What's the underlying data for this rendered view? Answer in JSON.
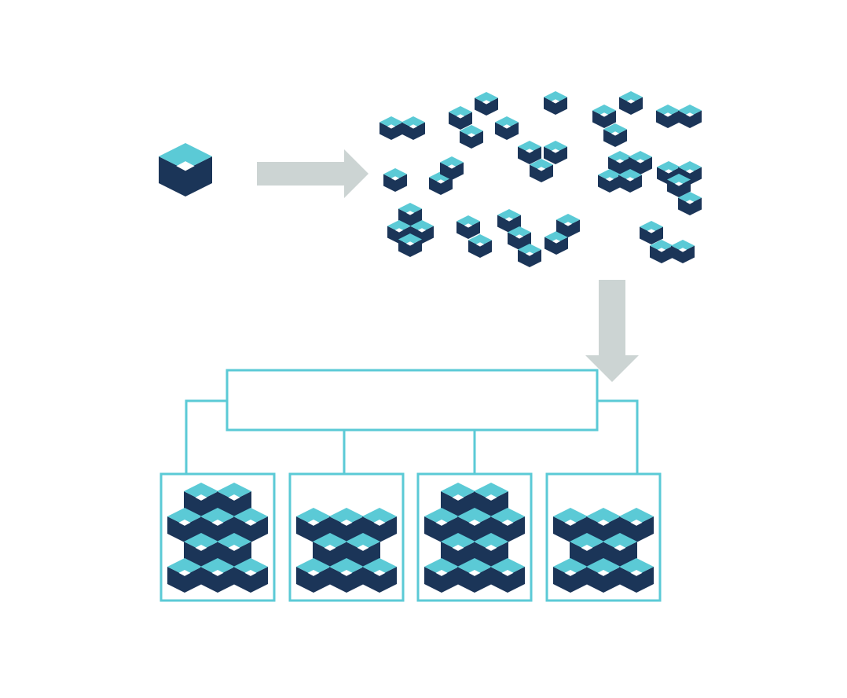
{
  "colors": {
    "cube_top": "#5bcad6",
    "cube_side": "#1b3558",
    "cube_notch": "#ffffff",
    "arrow": "#ccd4d3",
    "tree_line": "#5bcad6",
    "background": "#ffffff"
  },
  "diagram": {
    "stages": [
      {
        "id": "single-cube",
        "icon": "cube-icon"
      },
      {
        "id": "scattered-cubes",
        "icon": "cube-cluster-icon"
      },
      {
        "id": "grouped-clusters",
        "icon": "cube-stack-icon"
      }
    ],
    "arrows": [
      {
        "from": "single-cube",
        "to": "scattered-cubes",
        "direction": "right"
      },
      {
        "from": "scattered-cubes",
        "to": "grouped-clusters",
        "direction": "down"
      }
    ],
    "cluster_boxes": [
      {
        "pattern": "2-3-2-3"
      },
      {
        "pattern": "3-2-3"
      },
      {
        "pattern": "2-3-2-3"
      },
      {
        "pattern": "3-2-3"
      }
    ]
  }
}
